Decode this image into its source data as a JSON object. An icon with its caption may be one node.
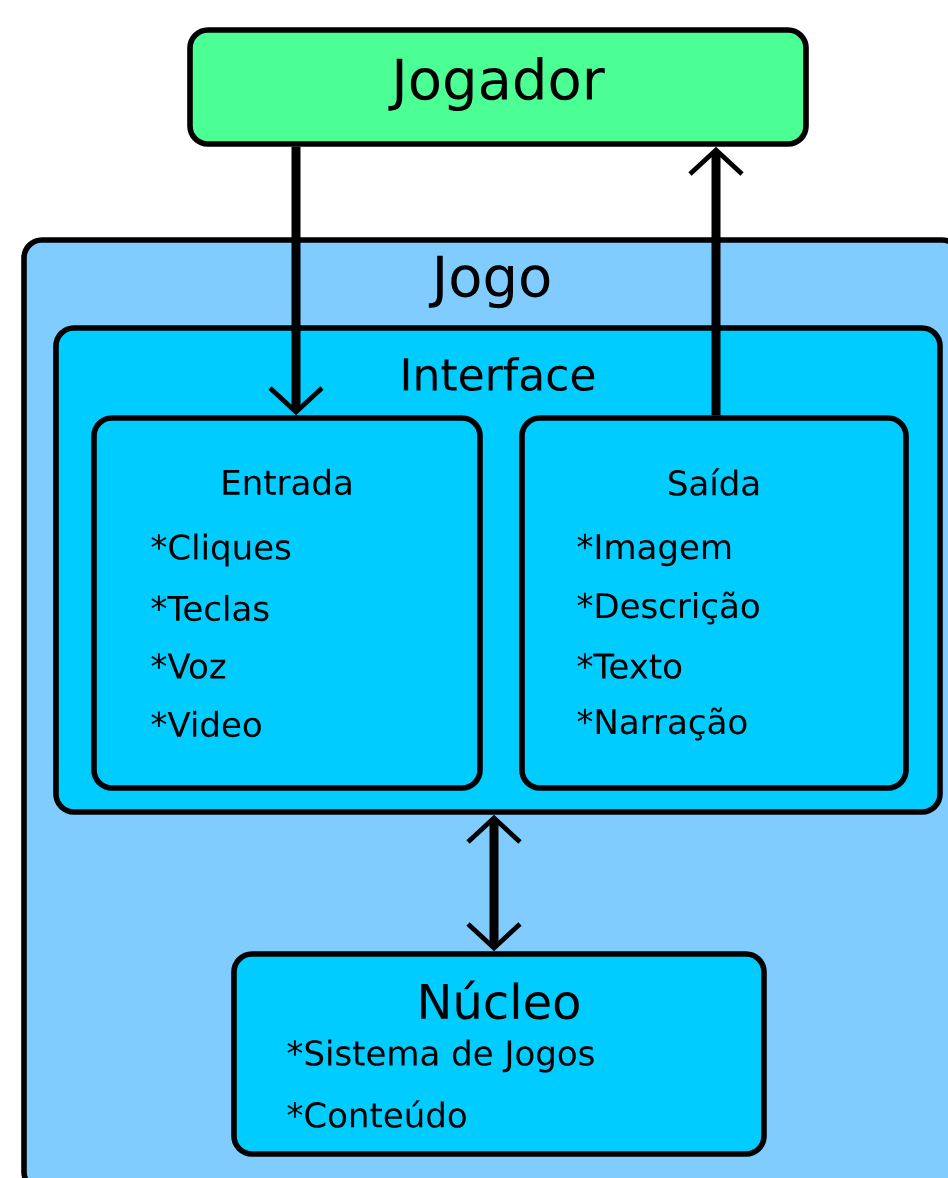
{
  "diagram": {
    "nodes": [
      {
        "text": [
          "Jogador"
        ]
      },
      {
        "text": [
          "Jogo"
        ]
      },
      {
        "text": [
          "Interface"
        ],
        "in": 1
      },
      {
        "text": [
          "Entrada",
          "*Cliques",
          "*Teclas",
          "*Voz",
          "*Video"
        ],
        "in": 2
      },
      {
        "text": [
          "Saída",
          "*Imagem",
          "*Descrição",
          "*Texto",
          "*Narração"
        ],
        "in": 2
      },
      {
        "text": [
          "Núcleo",
          "*Sistema de Jogos",
          "*Conteúdo"
        ],
        "in": 1
      }
    ],
    "edges": [
      {
        "from": 0,
        "to": 3,
        "arrow": "to"
      },
      {
        "from": 4,
        "to": 0,
        "arrow": "to"
      },
      {
        "from": 2,
        "to": 5,
        "arrow": "both"
      }
    ]
  }
}
